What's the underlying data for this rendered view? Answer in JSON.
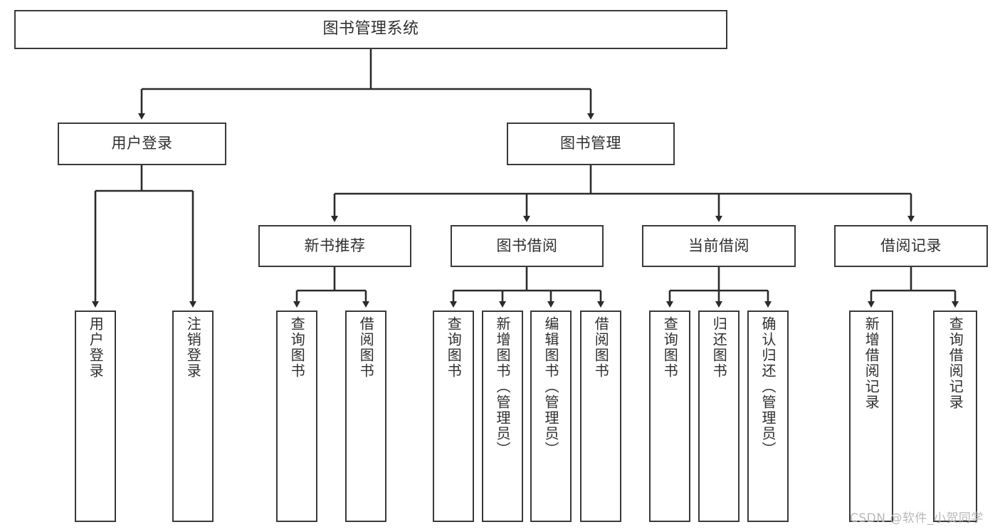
{
  "diagram": {
    "type": "tree",
    "title": "图书管理系统",
    "colors": {
      "box_border": "#3a3a3a",
      "box_fill": "#ffffff",
      "text": "#2f2f2f",
      "edge": "#2b2b2b",
      "watermark": "#b9b9b9",
      "background": "#ffffff"
    },
    "nodes": {
      "root": {
        "label": "图书管理系统"
      },
      "level2": [
        {
          "label": "用户登录"
        },
        {
          "label": "图书管理"
        }
      ],
      "level3": [
        {
          "label": "新书推荐"
        },
        {
          "label": "图书借阅"
        },
        {
          "label": "当前借阅"
        },
        {
          "label": "借阅记录"
        }
      ],
      "leaves": {
        "user_login": [
          {
            "label": "用户登录"
          },
          {
            "label": "注销登录"
          }
        ],
        "new_book_recommend": [
          {
            "label": "查询图书"
          },
          {
            "label": "借阅图书"
          }
        ],
        "book_borrow": [
          {
            "label": "查询图书"
          },
          {
            "label": "新增图书（管理员）"
          },
          {
            "label": "编辑图书（管理员）"
          },
          {
            "label": "借阅图书"
          }
        ],
        "current_borrow": [
          {
            "label": "查询图书"
          },
          {
            "label": "归还图书"
          },
          {
            "label": "确认归还（管理员）"
          }
        ],
        "borrow_record": [
          {
            "label": "新增借阅记录"
          },
          {
            "label": "查询借阅记录"
          }
        ]
      }
    },
    "watermark": "CSDN @软件_小贺同学"
  }
}
